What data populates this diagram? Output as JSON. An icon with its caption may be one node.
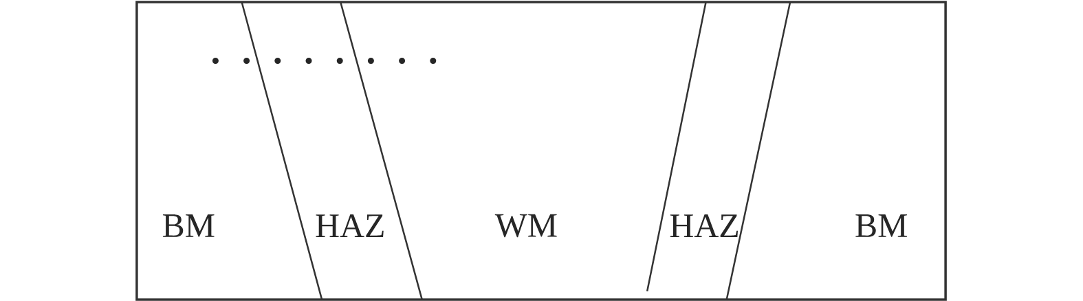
{
  "diagram": {
    "labels": [
      "BM",
      "HAZ",
      "WM",
      "HAZ",
      "BM"
    ]
  }
}
